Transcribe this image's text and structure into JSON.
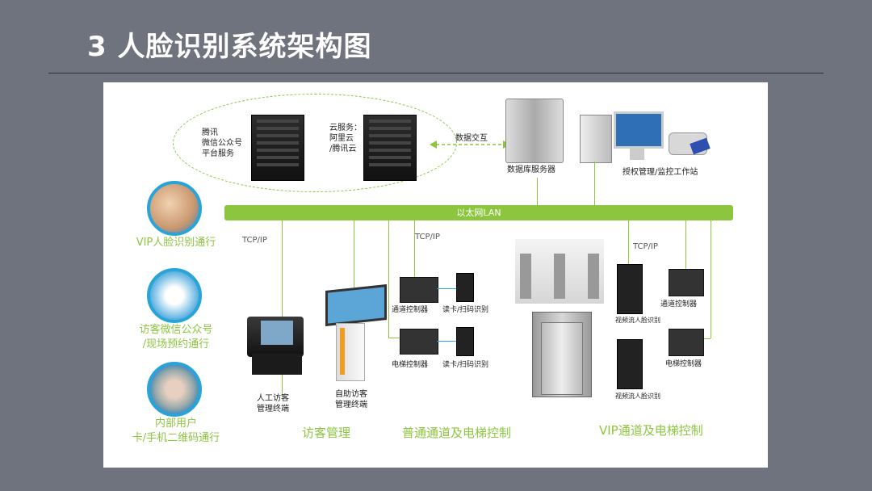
{
  "title": "3 人脸识别系统架构图",
  "cloud": {
    "tencent": [
      "腾讯",
      "微信公众号",
      "平台服务"
    ],
    "cloud_services": [
      "云服务：",
      "阿里云",
      "/腾讯云"
    ]
  },
  "data_exchange": "数据交互",
  "db_server": "数据库服务器",
  "workstation": "授权管理/监控工作站",
  "lan": "以太网LAN",
  "tcp": "TCP/IP",
  "left": {
    "vip": "VIP人脸识别通行",
    "visitor": [
      "访客微信公众号",
      "/现场预约通行"
    ],
    "internal": [
      "内部用户",
      "卡/手机二维码通行"
    ]
  },
  "terminals": {
    "manual": [
      "人工访客",
      "管理终端"
    ],
    "self": [
      "自助访客",
      "管理终端"
    ]
  },
  "normal": {
    "gate_ctrl": "通道控制器",
    "elev_ctrl": "电梯控制器",
    "reader1": "读卡/扫码识别",
    "reader2": "读卡/扫码识别"
  },
  "vip": {
    "face1": "视频流人脸识别",
    "face2": "视频流人脸识别",
    "gate_ctrl": "通道控制器",
    "elev_ctrl": "电梯控制器"
  },
  "sections": {
    "visitor": "访客管理",
    "normal": "普通通道及电梯控制",
    "vip": "VIP通道及电梯控制"
  },
  "colors": {
    "accent": "#8cc63f",
    "blue": "#29a4d9",
    "bg": "#6f737d"
  }
}
